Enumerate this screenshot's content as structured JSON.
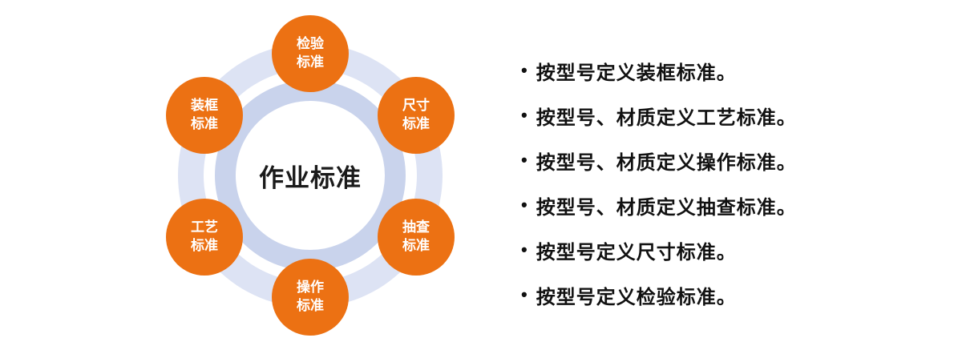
{
  "diagram": {
    "center_label": "作业标准",
    "node_color": "#ec7113",
    "nodes": [
      {
        "id": "inspection",
        "label": "检验\n标准"
      },
      {
        "id": "size",
        "label": "尺寸\n标准"
      },
      {
        "id": "spot-check",
        "label": "抽查\n标准"
      },
      {
        "id": "operation",
        "label": "操作\n标准"
      },
      {
        "id": "craft",
        "label": "工艺\n标准"
      },
      {
        "id": "framing",
        "label": "装框\n标准"
      }
    ]
  },
  "list": {
    "bullet": "•",
    "items": [
      "按型号定义装框标准。",
      "按型号、材质定义工艺标准。",
      "按型号、材质定义操作标准。",
      "按型号、材质定义抽查标准。",
      "按型号定义尺寸标准。",
      "按型号定义检验标准。"
    ]
  }
}
